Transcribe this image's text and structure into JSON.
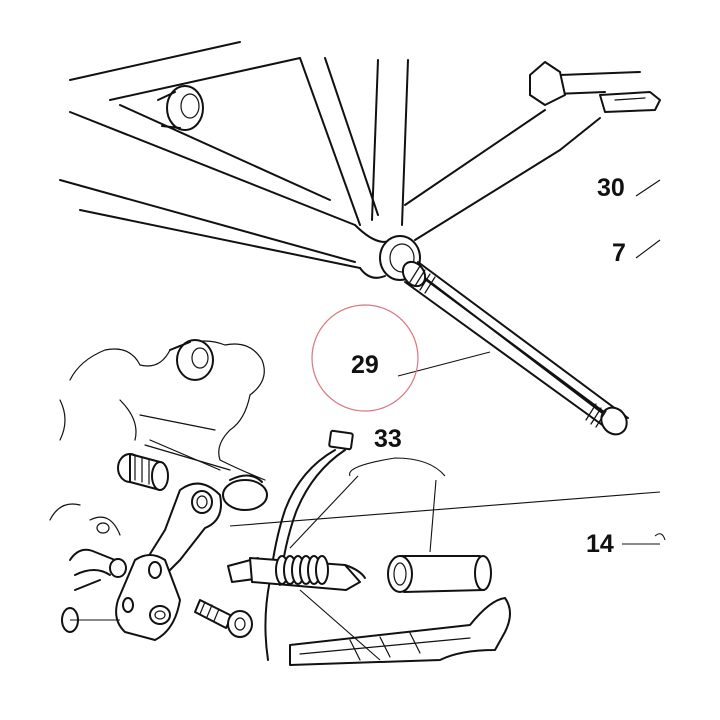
{
  "labels": {
    "part_30": "30",
    "part_7": "7",
    "part_29": "29",
    "part_33": "33",
    "part_14": "14"
  },
  "highlight_color": "#d9777f"
}
